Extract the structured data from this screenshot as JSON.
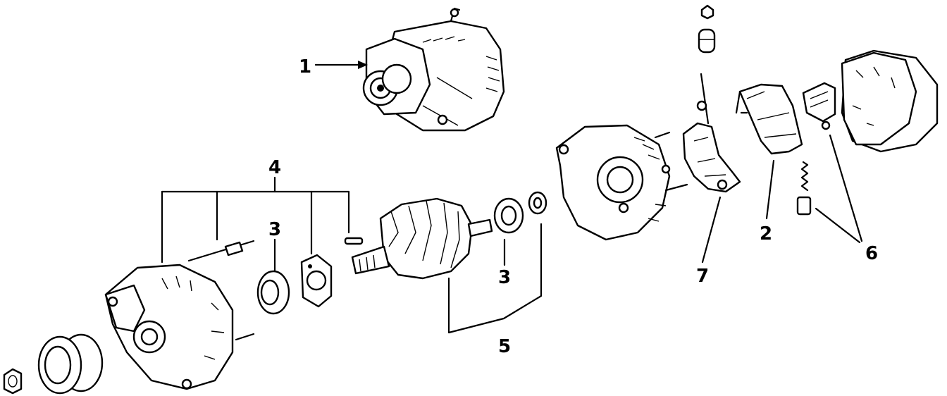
{
  "callouts": [
    {
      "id": "c1",
      "text": "1"
    },
    {
      "id": "c2",
      "text": "2"
    },
    {
      "id": "c3a",
      "text": "3"
    },
    {
      "id": "c3b",
      "text": "3"
    },
    {
      "id": "c4",
      "text": "4"
    },
    {
      "id": "c5",
      "text": "5"
    },
    {
      "id": "c6",
      "text": "6"
    },
    {
      "id": "c7",
      "text": "7"
    }
  ],
  "parts": [
    "alternator-assembly",
    "pulley-nut",
    "pulley",
    "drive-end-frame",
    "front-bearing",
    "bearing-retainer",
    "rotor",
    "rear-bearing",
    "bearing-cover",
    "rectifier-end-frame",
    "rectifier-holder",
    "regulator",
    "brush-holder",
    "rear-cover",
    "brush-and-spring"
  ]
}
